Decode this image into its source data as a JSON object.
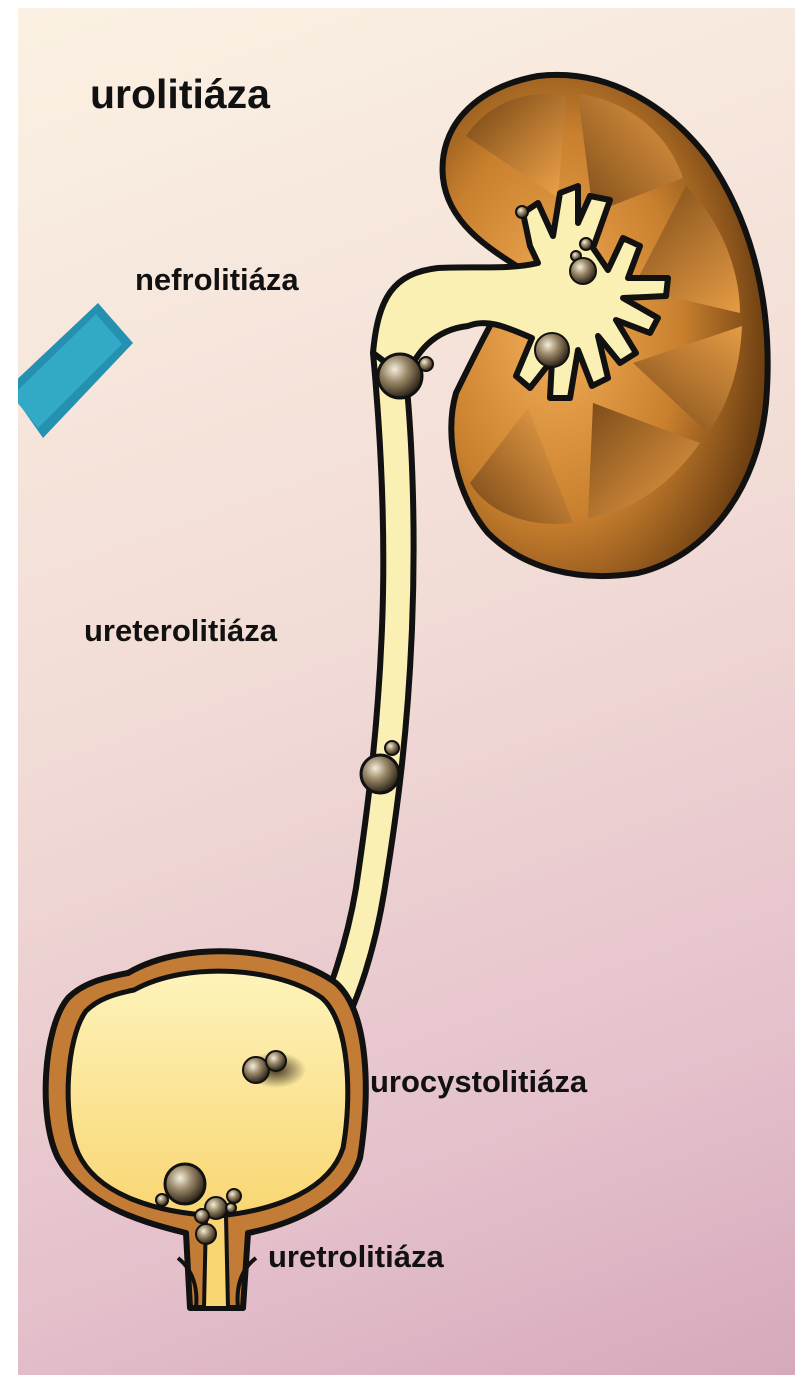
{
  "title": "urolitiáza",
  "labels": {
    "nephro": "nefrolitiáza",
    "uretero": "ureterolitiáza",
    "urocysto": "urocystolitiáza",
    "urethro": "uretrolitiáza"
  },
  "colors": {
    "kidney_dark": "#6b3e12",
    "kidney_light": "#f2a64e",
    "urine": "#fbf0b4",
    "bladder_wall": "#c07a35",
    "stone": "#8a7758",
    "outline": "#111111",
    "accent_bar": "#2b9fbf"
  },
  "icons": [
    "kidney-icon",
    "ureter-icon",
    "bladder-icon",
    "stone-icon",
    "accent-bar"
  ]
}
